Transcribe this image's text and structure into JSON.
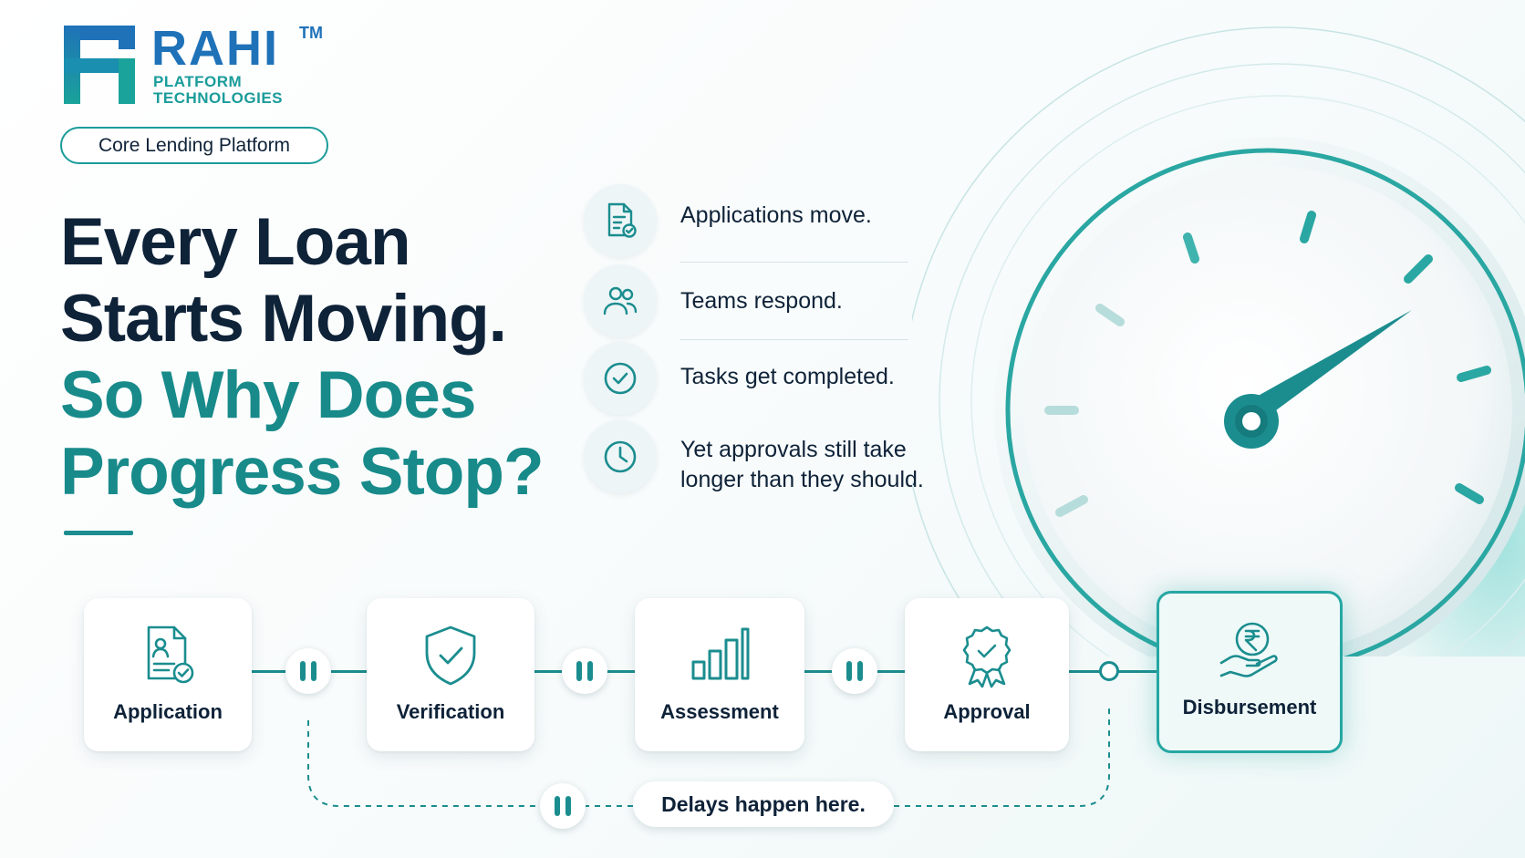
{
  "brand": {
    "name": "RAHI",
    "trademark": "TM",
    "subtitle_line1": "PLATFORM",
    "subtitle_line2": "TECHNOLOGIES",
    "primary_color": "#1f72b8",
    "accent_color": "#1a9c9a"
  },
  "badge": {
    "label": "Core Lending Platform"
  },
  "headline": {
    "line1": "Every Loan",
    "line2": "Starts Moving.",
    "line3": "So Why Does",
    "line4": "Progress Stop?"
  },
  "features": [
    {
      "icon": "document-check-icon",
      "text": "Applications move."
    },
    {
      "icon": "users-icon",
      "text": "Teams respond."
    },
    {
      "icon": "check-circle-icon",
      "text": "Tasks get completed."
    },
    {
      "icon": "clock-icon",
      "text_line1": "Yet approvals still take",
      "text_line2": "longer than they should."
    }
  ],
  "process": {
    "steps": [
      {
        "icon": "application-document-icon",
        "label": "Application"
      },
      {
        "icon": "shield-check-icon",
        "label": "Verification"
      },
      {
        "icon": "bar-chart-icon",
        "label": "Assessment"
      },
      {
        "icon": "award-badge-icon",
        "label": "Approval"
      },
      {
        "icon": "rupee-hand-icon",
        "label": "Disbursement"
      }
    ],
    "delay_label": "Delays happen here."
  },
  "colors": {
    "navy": "#0e2238",
    "teal": "#1b8d8f",
    "teal_light": "#26a7a3"
  }
}
